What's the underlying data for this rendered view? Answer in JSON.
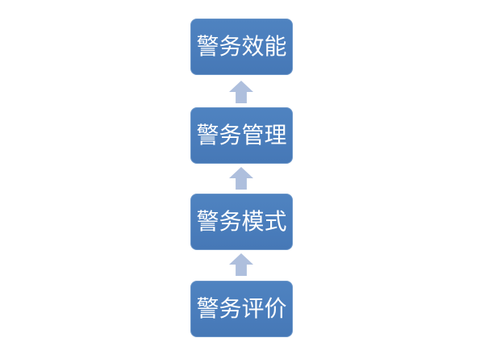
{
  "diagram": {
    "type": "vertical-process-flow",
    "flow_direction": "bottom-to-top",
    "colors": {
      "box_fill": "#4a7dbc",
      "box_border": "#6b96c9",
      "box_text": "#ffffff",
      "arrow_fill": "#aebfdd",
      "background": "#ffffff"
    },
    "boxes": [
      {
        "label": "警务效能"
      },
      {
        "label": "警务管理"
      },
      {
        "label": "警务模式"
      },
      {
        "label": "警务评价"
      }
    ],
    "arrows": [
      {
        "icon": "up-block-arrow",
        "from_box": "警务管理",
        "to_box": "警务效能"
      },
      {
        "icon": "up-block-arrow",
        "from_box": "警务模式",
        "to_box": "警务管理"
      },
      {
        "icon": "up-block-arrow",
        "from_box": "警务评价",
        "to_box": "警务模式"
      }
    ]
  }
}
